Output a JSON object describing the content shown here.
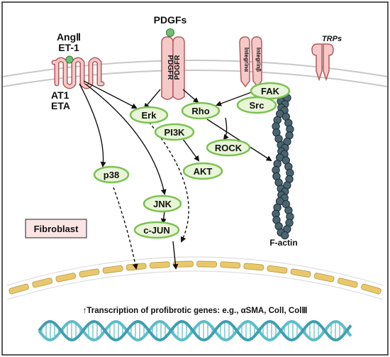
{
  "ligands": {
    "angii": "AngⅡ",
    "et1": "ET-1",
    "pdgfs": "PDGFs"
  },
  "receptors": {
    "at1": "AT1",
    "eta": "ETA",
    "pdgfr": "PDGFR",
    "integrin_a": "Integrinα",
    "integrin_b": "Integrinβ",
    "trps": "TRPs"
  },
  "nodes": {
    "erk": "Erk",
    "rho": "Rho",
    "fak": "FAK",
    "src": "Src",
    "pi3k": "PI3K",
    "rock": "ROCK",
    "akt": "AKT",
    "p38": "p38",
    "jnk": "JNK",
    "cjun": "c-JUN"
  },
  "labels": {
    "factin": "F-actin",
    "fibroblast": "Fibroblast",
    "transcription": "↑Transcription of profibrotic genes: e.g., αSMA, ColⅠ, ColⅢ"
  },
  "colors": {
    "node_fill": "#e8f5d8",
    "node_stroke": "#7cc251",
    "receptor_fill": "#f6c9c9",
    "receptor_stroke": "#b35a5a",
    "ligand": "#6fbf73",
    "actin": "#4a6470",
    "nucleus_band": "#e8c86a",
    "dna": "#5fbcc9",
    "fibroblast_bg": "#fbe4e4"
  }
}
